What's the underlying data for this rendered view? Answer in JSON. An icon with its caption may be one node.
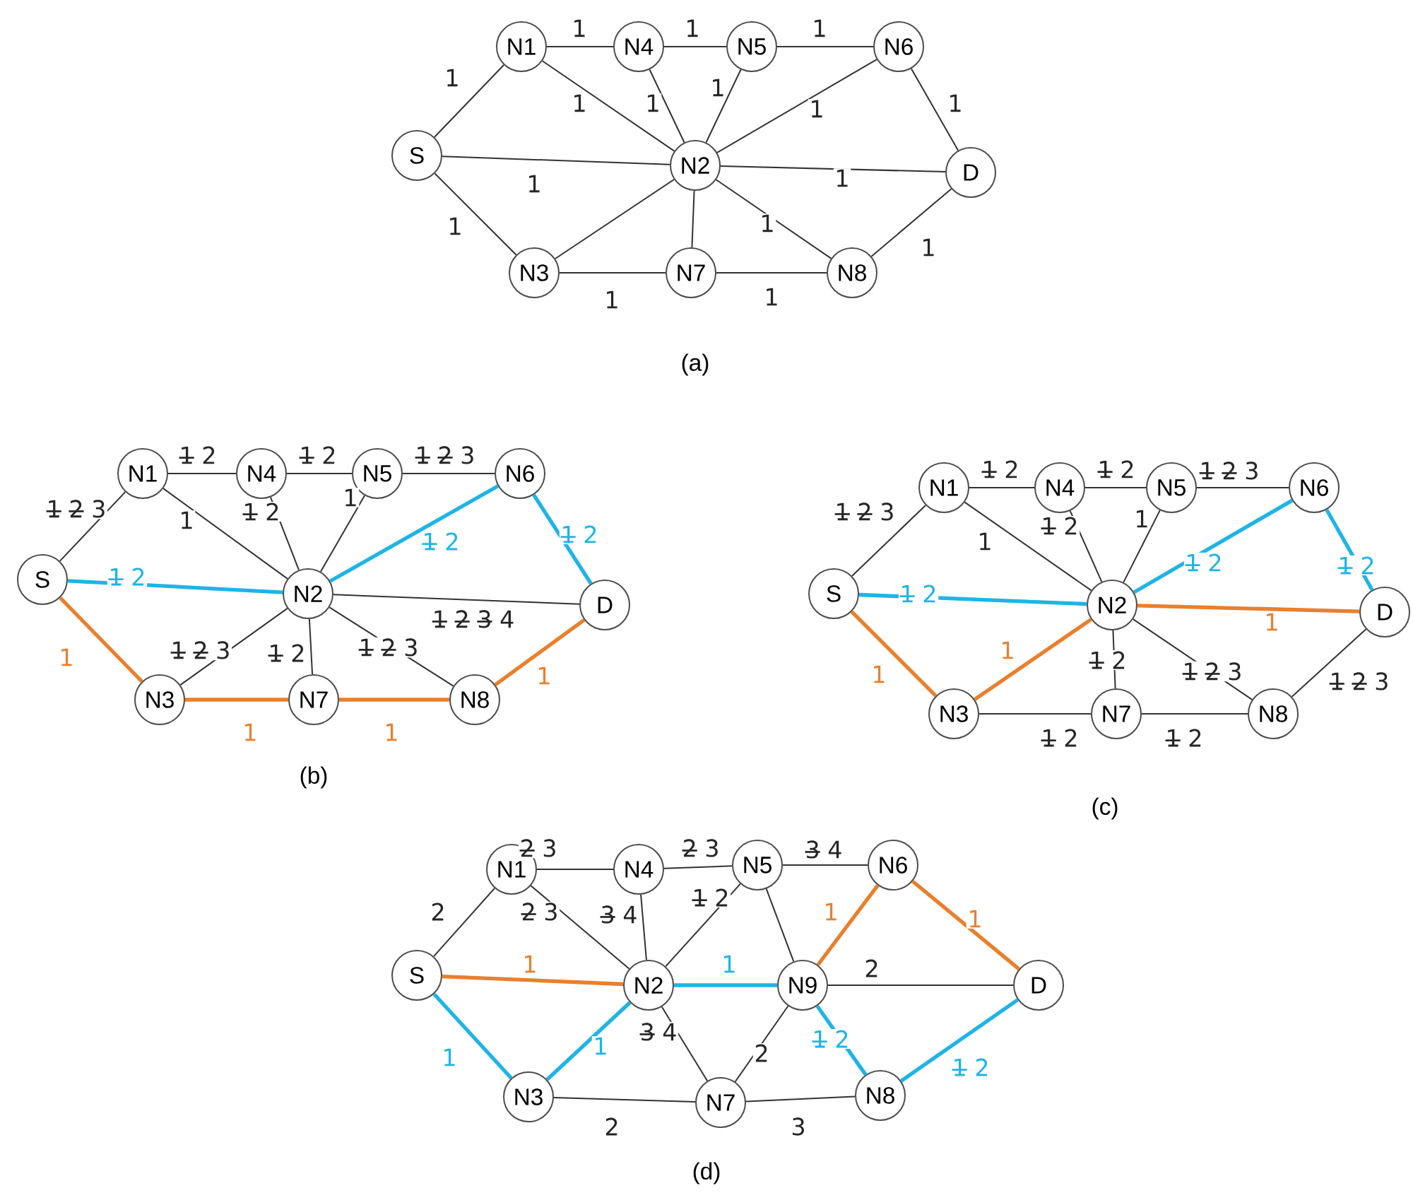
{
  "diagram": {
    "nodes": [
      {
        "text": [
          "S"
        ]
      },
      {
        "text": [
          "N1"
        ]
      },
      {
        "text": [
          "N4"
        ]
      },
      {
        "text": [
          "N5"
        ]
      },
      {
        "text": [
          "N6"
        ]
      },
      {
        "text": [
          "N2"
        ]
      },
      {
        "text": [
          "D"
        ]
      },
      {
        "text": [
          "N3"
        ]
      },
      {
        "text": [
          "N7"
        ]
      },
      {
        "text": [
          "N8"
        ]
      },
      {
        "text": [
          "S"
        ]
      },
      {
        "text": [
          "N1"
        ]
      },
      {
        "text": [
          "N4"
        ]
      },
      {
        "text": [
          "N5"
        ]
      },
      {
        "text": [
          "N6"
        ]
      },
      {
        "text": [
          "N2"
        ]
      },
      {
        "text": [
          "D"
        ]
      },
      {
        "text": [
          "N3"
        ]
      },
      {
        "text": [
          "N7"
        ]
      },
      {
        "text": [
          "N8"
        ]
      },
      {
        "text": [
          "S"
        ]
      },
      {
        "text": [
          "N1"
        ]
      },
      {
        "text": [
          "N4"
        ]
      },
      {
        "text": [
          "N5"
        ]
      },
      {
        "text": [
          "N6"
        ]
      },
      {
        "text": [
          "N2"
        ]
      },
      {
        "text": [
          "D"
        ]
      },
      {
        "text": [
          "N3"
        ]
      },
      {
        "text": [
          "N7"
        ]
      },
      {
        "text": [
          "N8"
        ]
      },
      {
        "text": [
          "S"
        ]
      },
      {
        "text": [
          "N1"
        ]
      },
      {
        "text": [
          "N4"
        ]
      },
      {
        "text": [
          "N5"
        ]
      },
      {
        "text": [
          "N6"
        ]
      },
      {
        "text": [
          "N2"
        ]
      },
      {
        "text": [
          "N9"
        ]
      },
      {
        "text": [
          "D"
        ]
      },
      {
        "text": [
          "N3"
        ]
      },
      {
        "text": [
          "N7"
        ]
      },
      {
        "text": [
          "N8"
        ]
      }
    ],
    "edges": [
      {
        "from": 0,
        "to": 1,
        "arrow": "none",
        "label": "1"
      },
      {
        "from": 1,
        "to": 2,
        "arrow": "none",
        "label": "1"
      },
      {
        "from": 2,
        "to": 3,
        "arrow": "none",
        "label": "1"
      },
      {
        "from": 3,
        "to": 4,
        "arrow": "none",
        "label": "1"
      },
      {
        "from": 4,
        "to": 6,
        "arrow": "none",
        "label": "1"
      },
      {
        "from": 1,
        "to": 5,
        "arrow": "none",
        "label": "1"
      },
      {
        "from": 2,
        "to": 5,
        "arrow": "none",
        "label": "1"
      },
      {
        "from": 3,
        "to": 5,
        "arrow": "none",
        "label": "1"
      },
      {
        "from": 4,
        "to": 5,
        "arrow": "none",
        "label": "1"
      },
      {
        "from": 0,
        "to": 5,
        "arrow": "none",
        "label": "1"
      },
      {
        "from": 5,
        "to": 6,
        "arrow": "none",
        "label": "1"
      },
      {
        "from": 0,
        "to": 7,
        "arrow": "none",
        "label": "1"
      },
      {
        "from": 5,
        "to": 7,
        "arrow": "none"
      },
      {
        "from": 5,
        "to": 8,
        "arrow": "none"
      },
      {
        "from": 5,
        "to": 9,
        "arrow": "none",
        "label": "1"
      },
      {
        "from": 9,
        "to": 6,
        "arrow": "none",
        "label": "1"
      },
      {
        "from": 7,
        "to": 8,
        "arrow": "none",
        "label": "1"
      },
      {
        "from": 8,
        "to": 9,
        "arrow": "none",
        "label": "1"
      },
      {
        "from": 10,
        "to": 11,
        "arrow": "none",
        "label": "1̶ 2̶ 3"
      },
      {
        "from": 11,
        "to": 12,
        "arrow": "none",
        "label": "1̶ 2"
      },
      {
        "from": 12,
        "to": 13,
        "arrow": "none",
        "label": "1̶ 2"
      },
      {
        "from": 13,
        "to": 14,
        "arrow": "none",
        "label": "1̶ 2̶ 3"
      },
      {
        "from": 14,
        "to": 16,
        "arrow": "none",
        "label": "1̶ 2",
        "style": "thick",
        "color": "#1eb4e8"
      },
      {
        "from": 11,
        "to": 15,
        "arrow": "none",
        "label": "1"
      },
      {
        "from": 12,
        "to": 15,
        "arrow": "none",
        "label": "1̶ 2"
      },
      {
        "from": 13,
        "to": 15,
        "arrow": "none",
        "label": "1"
      },
      {
        "from": 14,
        "to": 15,
        "arrow": "none",
        "label": "1̶ 2",
        "style": "thick",
        "color": "#1eb4e8"
      },
      {
        "from": 10,
        "to": 15,
        "arrow": "none",
        "label": "1̶ 2",
        "style": "thick",
        "color": "#1eb4e8"
      },
      {
        "from": 15,
        "to": 16,
        "arrow": "none",
        "label": "1̶ 2̶ 3̶ 4"
      },
      {
        "from": 10,
        "to": 17,
        "arrow": "none",
        "label": "1",
        "style": "thick",
        "color": "#ea7f2c"
      },
      {
        "from": 15,
        "to": 17,
        "arrow": "none",
        "label": "1̶ 2̶ 3"
      },
      {
        "from": 15,
        "to": 18,
        "arrow": "none",
        "label": "1̶ 2"
      },
      {
        "from": 15,
        "to": 19,
        "arrow": "none",
        "label": "1̶ 2̶ 3"
      },
      {
        "from": 19,
        "to": 16,
        "arrow": "none",
        "label": "1",
        "style": "thick",
        "color": "#ea7f2c"
      },
      {
        "from": 17,
        "to": 18,
        "arrow": "none",
        "label": "1",
        "style": "thick",
        "color": "#ea7f2c"
      },
      {
        "from": 18,
        "to": 19,
        "arrow": "none",
        "label": "1",
        "style": "thick",
        "color": "#ea7f2c"
      },
      {
        "from": 20,
        "to": 21,
        "arrow": "none",
        "label": "1̶ 2̶ 3"
      },
      {
        "from": 21,
        "to": 22,
        "arrow": "none",
        "label": "1̶ 2"
      },
      {
        "from": 22,
        "to": 23,
        "arrow": "none",
        "label": "1̶ 2"
      },
      {
        "from": 23,
        "to": 24,
        "arrow": "none",
        "label": "1̶ 2̶ 3"
      },
      {
        "from": 24,
        "to": 26,
        "arrow": "none",
        "label": "1̶ 2",
        "style": "thick",
        "color": "#1eb4e8"
      },
      {
        "from": 21,
        "to": 25,
        "arrow": "none",
        "label": "1"
      },
      {
        "from": 22,
        "to": 25,
        "arrow": "none",
        "label": "1̶ 2"
      },
      {
        "from": 23,
        "to": 25,
        "arrow": "none",
        "label": "1"
      },
      {
        "from": 24,
        "to": 25,
        "arrow": "none",
        "label": "1̶ 2",
        "style": "thick",
        "color": "#1eb4e8"
      },
      {
        "from": 20,
        "to": 25,
        "arrow": "none",
        "label": "1̶ 2",
        "style": "thick",
        "color": "#1eb4e8"
      },
      {
        "from": 25,
        "to": 26,
        "arrow": "none",
        "label": "1",
        "style": "thick",
        "color": "#ea7f2c"
      },
      {
        "from": 20,
        "to": 27,
        "arrow": "none",
        "label": "1",
        "style": "thick",
        "color": "#ea7f2c"
      },
      {
        "from": 25,
        "to": 27,
        "arrow": "none",
        "label": "1",
        "style": "thick",
        "color": "#ea7f2c"
      },
      {
        "from": 25,
        "to": 28,
        "arrow": "none",
        "label": "1̶ 2"
      },
      {
        "from": 25,
        "to": 29,
        "arrow": "none",
        "label": "1̶ 2̶ 3"
      },
      {
        "from": 29,
        "to": 26,
        "arrow": "none",
        "label": "1̶ 2̶ 3"
      },
      {
        "from": 27,
        "to": 28,
        "arrow": "none",
        "label": "1̶ 2"
      },
      {
        "from": 28,
        "to": 29,
        "arrow": "none",
        "label": "1̶ 2"
      },
      {
        "from": 30,
        "to": 31,
        "arrow": "none",
        "label": "2"
      },
      {
        "from": 31,
        "to": 32,
        "arrow": "none",
        "label": "2̶ 3"
      },
      {
        "from": 32,
        "to": 33,
        "arrow": "none",
        "label": "2̶ 3"
      },
      {
        "from": 33,
        "to": 34,
        "arrow": "none",
        "label": "3̶ 4"
      },
      {
        "from": 34,
        "to": 37,
        "arrow": "none",
        "label": "1",
        "style": "thick",
        "color": "#ea7f2c"
      },
      {
        "from": 31,
        "to": 35,
        "arrow": "none",
        "label": "2̶ 3"
      },
      {
        "from": 32,
        "to": 35,
        "arrow": "none",
        "label": "3̶ 4"
      },
      {
        "from": 33,
        "to": 35,
        "arrow": "none",
        "label": "1̶ 2"
      },
      {
        "from": 33,
        "to": 36,
        "arrow": "none"
      },
      {
        "from": 36,
        "to": 34,
        "arrow": "none",
        "label": "1",
        "style": "thick",
        "color": "#ea7f2c"
      },
      {
        "from": 30,
        "to": 35,
        "arrow": "none",
        "label": "1",
        "style": "thick",
        "color": "#ea7f2c"
      },
      {
        "from": 35,
        "to": 36,
        "arrow": "none",
        "label": "1",
        "style": "thick",
        "color": "#1eb4e8"
      },
      {
        "from": 36,
        "to": 37,
        "arrow": "none",
        "label": "2"
      },
      {
        "from": 30,
        "to": 38,
        "arrow": "none",
        "label": "1",
        "style": "thick",
        "color": "#1eb4e8"
      },
      {
        "from": 38,
        "to": 35,
        "arrow": "none",
        "label": "1",
        "style": "thick",
        "color": "#1eb4e8"
      },
      {
        "from": 35,
        "to": 39,
        "arrow": "none",
        "label": "3̶ 4"
      },
      {
        "from": 36,
        "to": 39,
        "arrow": "none",
        "label": "2"
      },
      {
        "from": 36,
        "to": 40,
        "arrow": "none",
        "label": "1̶ 2",
        "style": "thick",
        "color": "#1eb4e8"
      },
      {
        "from": 40,
        "to": 37,
        "arrow": "none",
        "label": "1̶ 2",
        "style": "thick",
        "color": "#1eb4e8"
      },
      {
        "from": 38,
        "to": 39,
        "arrow": "none",
        "label": "2"
      },
      {
        "from": 39,
        "to": 40,
        "arrow": "none",
        "label": "3"
      }
    ],
    "labels": [
      "(a)",
      "(b)",
      "(c)",
      "(d)"
    ]
  }
}
